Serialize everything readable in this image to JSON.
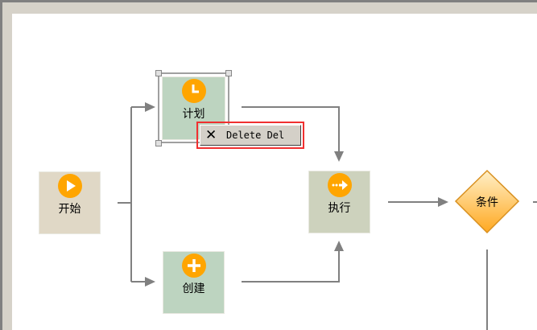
{
  "nodes": {
    "start": "开始",
    "plan": "计划",
    "create": "创建",
    "execute": "执行",
    "condition": "条件"
  },
  "context_menu": {
    "delete_label": "Delete Del"
  },
  "colors": {
    "icon": "#ffa500",
    "start_bg": "#e0d8c6",
    "plan_bg": "#bdd4c0",
    "create_bg": "#bdd4c0",
    "execute_bg": "#cdd2bd",
    "highlight": "#f03030"
  }
}
